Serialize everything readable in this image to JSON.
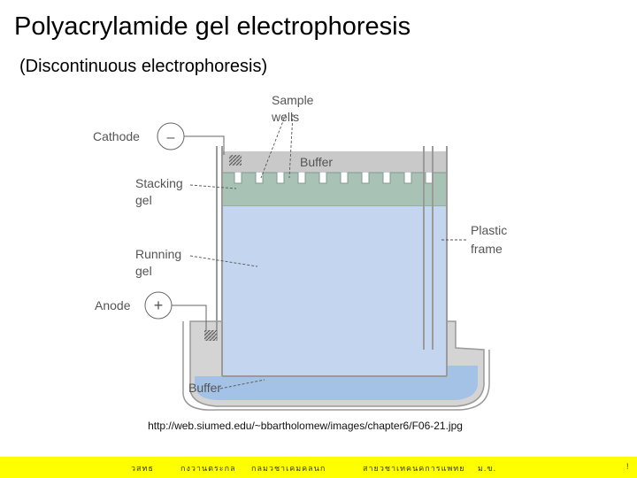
{
  "title": "Polyacrylamide gel electrophoresis",
  "subtitle": "(Discontinuous electrophoresis)",
  "diagram": {
    "labels": {
      "cathode": "Cathode",
      "cathode_sign": "–",
      "anode": "Anode",
      "anode_sign": "+",
      "sample_wells_1": "Sample",
      "sample_wells_2": "wells",
      "buffer_top": "Buffer",
      "stacking_1": "Stacking",
      "stacking_2": "gel",
      "running_1": "Running",
      "running_2": "gel",
      "plastic_1": "Plastic",
      "plastic_2": "frame",
      "buffer_bottom": "Buffer"
    },
    "colors": {
      "buffer": "#c9c9c9",
      "stacking_gel": "#a9c2b6",
      "running_gel": "#c3d5ef",
      "lower_buffer": "#d4d4d4",
      "lower_blue": "#9fbfe8",
      "frame_line": "#9a9a9a"
    }
  },
  "source_url": "http://web.siumed.edu/~bbartholomew/images/chapter6/F06-21.jpg",
  "footer": {
    "items": [
      "วสทธ",
      "กงวานตระกล",
      "กลมวชาเคมคลนก",
      "สายวชาเทคนคการแพทย",
      "ม.ข."
    ],
    "page": "!"
  }
}
